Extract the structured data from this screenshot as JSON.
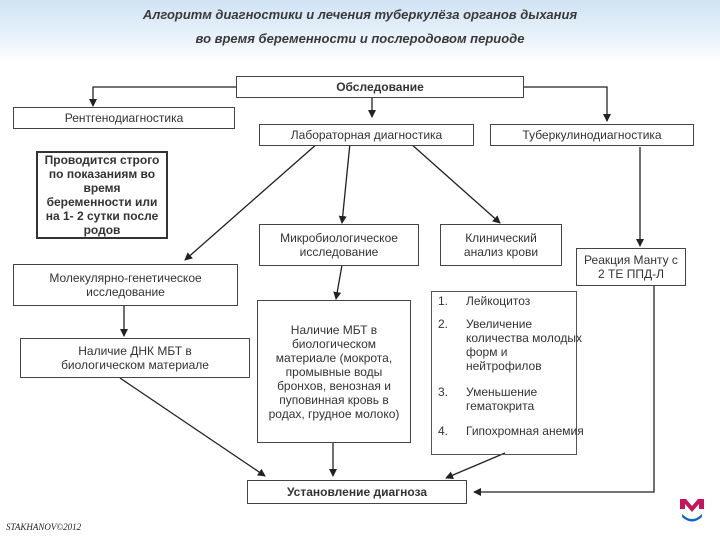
{
  "title": {
    "line1": "Алгоритм диагностики и лечения туберкулёза органов дыхания",
    "line2": "во время беременности и послеродовом периоде"
  },
  "boxes": {
    "exam": "Обследование",
    "xray": "Рентгенодиагностика",
    "lab": "Лабораторная диагностика",
    "tuberculin": "Туберкулинодиагностика",
    "xray_note": "Проводится строго по показаниям во время беременности или на 1- 2 сутки после родов",
    "micro": "Микробиологическое исследование",
    "blood": "Клинический анализ крови",
    "mantoux": "Реакция Манту с 2 ТЕ ППД-Л",
    "molecular": "Молекулярно-генетическое исследование",
    "mbt_presence": "Наличие МБТ в биологическом материале (мокрота, промывные воды бронхов, венозная и пуповинная кровь в родах, грудное молоко)",
    "dna": "Наличие ДНК МБТ в биологическом материале",
    "diagnosis": "Установление диагноза"
  },
  "blood_findings": [
    {
      "num": "1.",
      "text": "Лейкоцитоз"
    },
    {
      "num": "2.",
      "text": "Увеличение количества молодых форм и нейтрофилов"
    },
    {
      "num": "3.",
      "text": "Уменьшение гематокрита"
    },
    {
      "num": "4.",
      "text": "Гипохромная анемия"
    }
  ],
  "footer": "STAKHANOV©2012",
  "colors": {
    "header_gradient_top": "#cfe3f3",
    "logo_magenta": "#c2185b",
    "logo_blue": "#1565c0"
  }
}
